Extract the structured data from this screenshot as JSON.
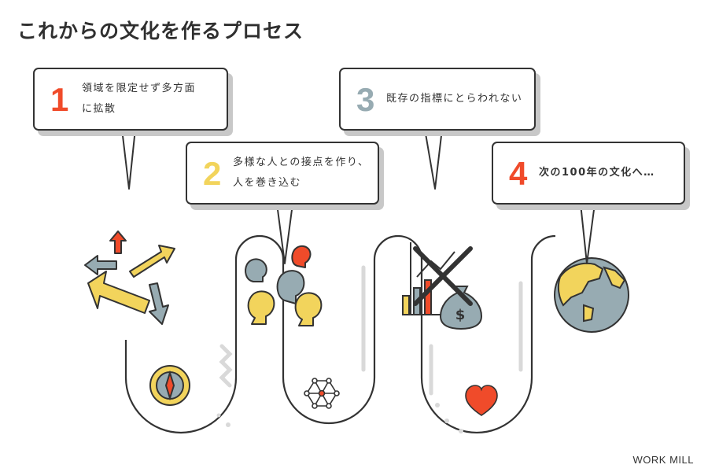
{
  "title": "これからの文化を作るプロセス",
  "brand": "WORK MILL",
  "colors": {
    "orange": "#f04b2a",
    "yellow": "#f2d45c",
    "slate": "#97abb2",
    "ink": "#333333",
    "shadow": "#c8c8c8"
  },
  "steps": [
    {
      "number": "1",
      "color": "#f04b2a",
      "lines": [
        "領域を限定せず多方面",
        "に拡散"
      ],
      "icon": "arrows-icon"
    },
    {
      "number": "2",
      "color": "#f2d45c",
      "lines": [
        "多様な人との接点を作り、",
        "人を巻き込む"
      ],
      "icon": "people-icon"
    },
    {
      "number": "3",
      "color": "#97abb2",
      "lines": [
        "既存の指標にとらわれない"
      ],
      "icon": "crossed-chart-money-icon"
    },
    {
      "number": "4",
      "color": "#f04b2a",
      "lines": [
        "次の100年の文化へ…"
      ],
      "icon": "globe-icon"
    }
  ],
  "path_icons": [
    "compass-icon",
    "network-icon",
    "heart-icon"
  ]
}
